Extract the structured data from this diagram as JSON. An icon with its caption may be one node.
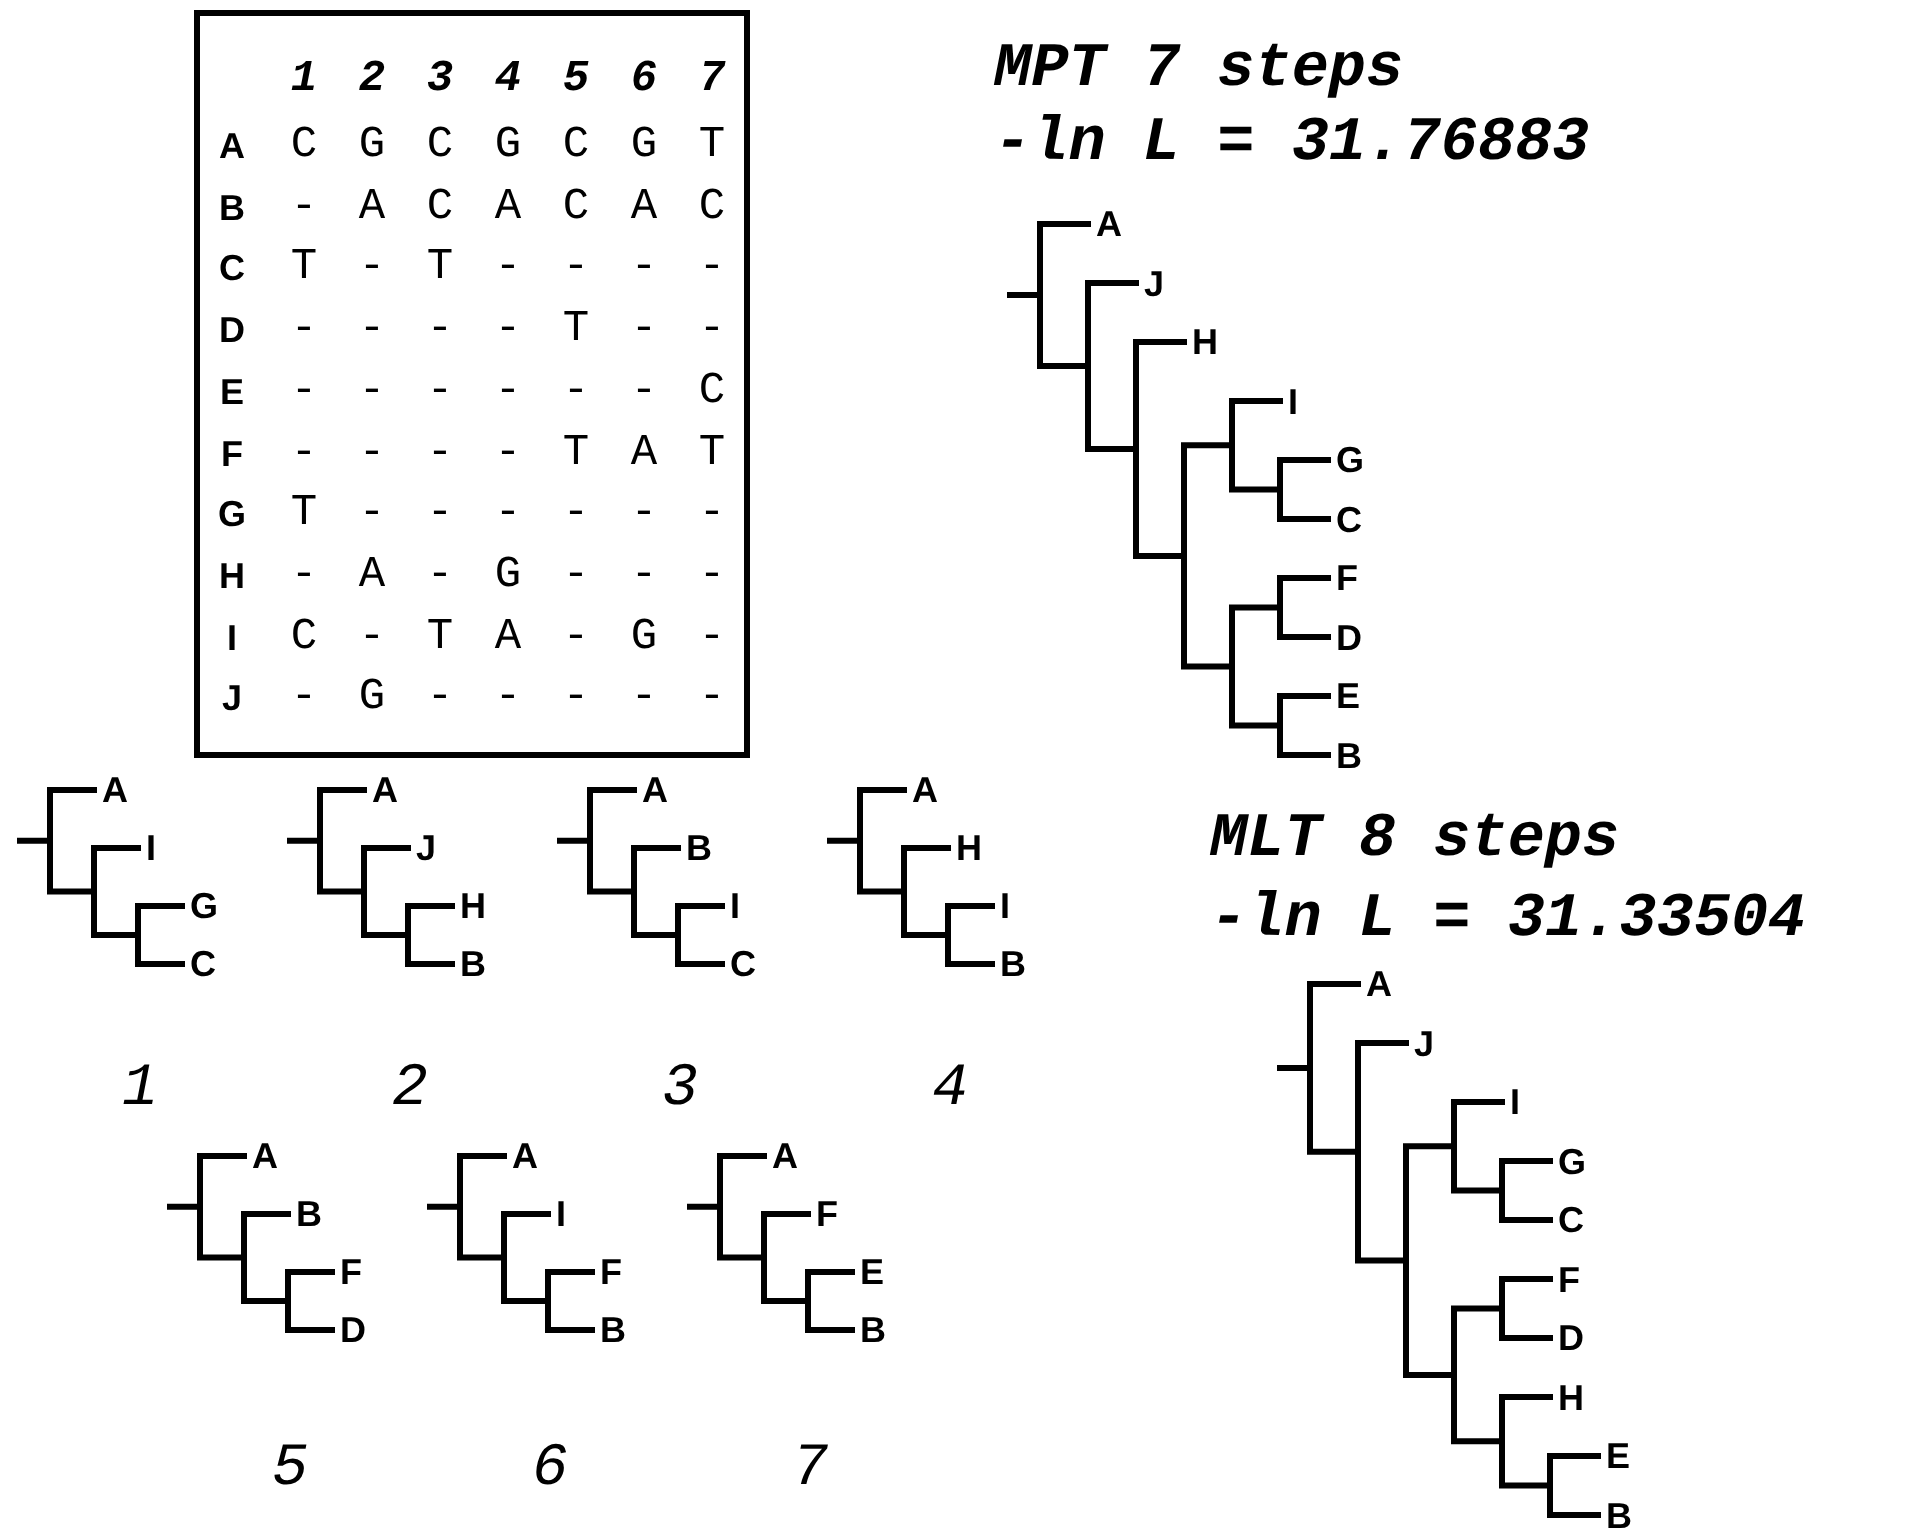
{
  "diagram": {
    "labels": [
      "1",
      "2",
      "3",
      "4",
      "5",
      "6",
      "7",
      "A",
      "C",
      "G",
      "C",
      "G",
      "C",
      "G",
      "T",
      "B",
      "-",
      "A",
      "C",
      "A",
      "C",
      "A",
      "C",
      "C",
      "T",
      "-",
      "T",
      "-",
      "-",
      "-",
      "-",
      "D",
      "-",
      "-",
      "-",
      "-",
      "T",
      "-",
      "-",
      "E",
      "-",
      "-",
      "-",
      "-",
      "-",
      "-",
      "C",
      "F",
      "-",
      "-",
      "-",
      "-",
      "T",
      "A",
      "T",
      "G",
      "T",
      "-",
      "-",
      "-",
      "-",
      "-",
      "-",
      "H",
      "-",
      "A",
      "-",
      "G",
      "-",
      "-",
      "-",
      "I",
      "C",
      "-",
      "T",
      "A",
      "-",
      "G",
      "-",
      "J",
      "-",
      "G",
      "-",
      "-",
      "-",
      "-",
      "-",
      "MPT 7 steps",
      "-ln L = 31.76883",
      "A",
      "J",
      "H",
      "I",
      "G",
      "C",
      "F",
      "D",
      "E",
      "B",
      "MLT 8 steps",
      "-ln L = 31.33504",
      "A",
      "J",
      "I",
      "G",
      "C",
      "F",
      "D",
      "H",
      "E",
      "B",
      "A",
      "I",
      "G",
      "C",
      "1",
      "A",
      "J",
      "H",
      "B",
      "2",
      "A",
      "B",
      "I",
      "C",
      "3",
      "A",
      "H",
      "I",
      "B",
      "4",
      "A",
      "B",
      "F",
      "D",
      "5",
      "A",
      "I",
      "F",
      "B",
      "6",
      "A",
      "F",
      "E",
      "B",
      "7"
    ]
  }
}
